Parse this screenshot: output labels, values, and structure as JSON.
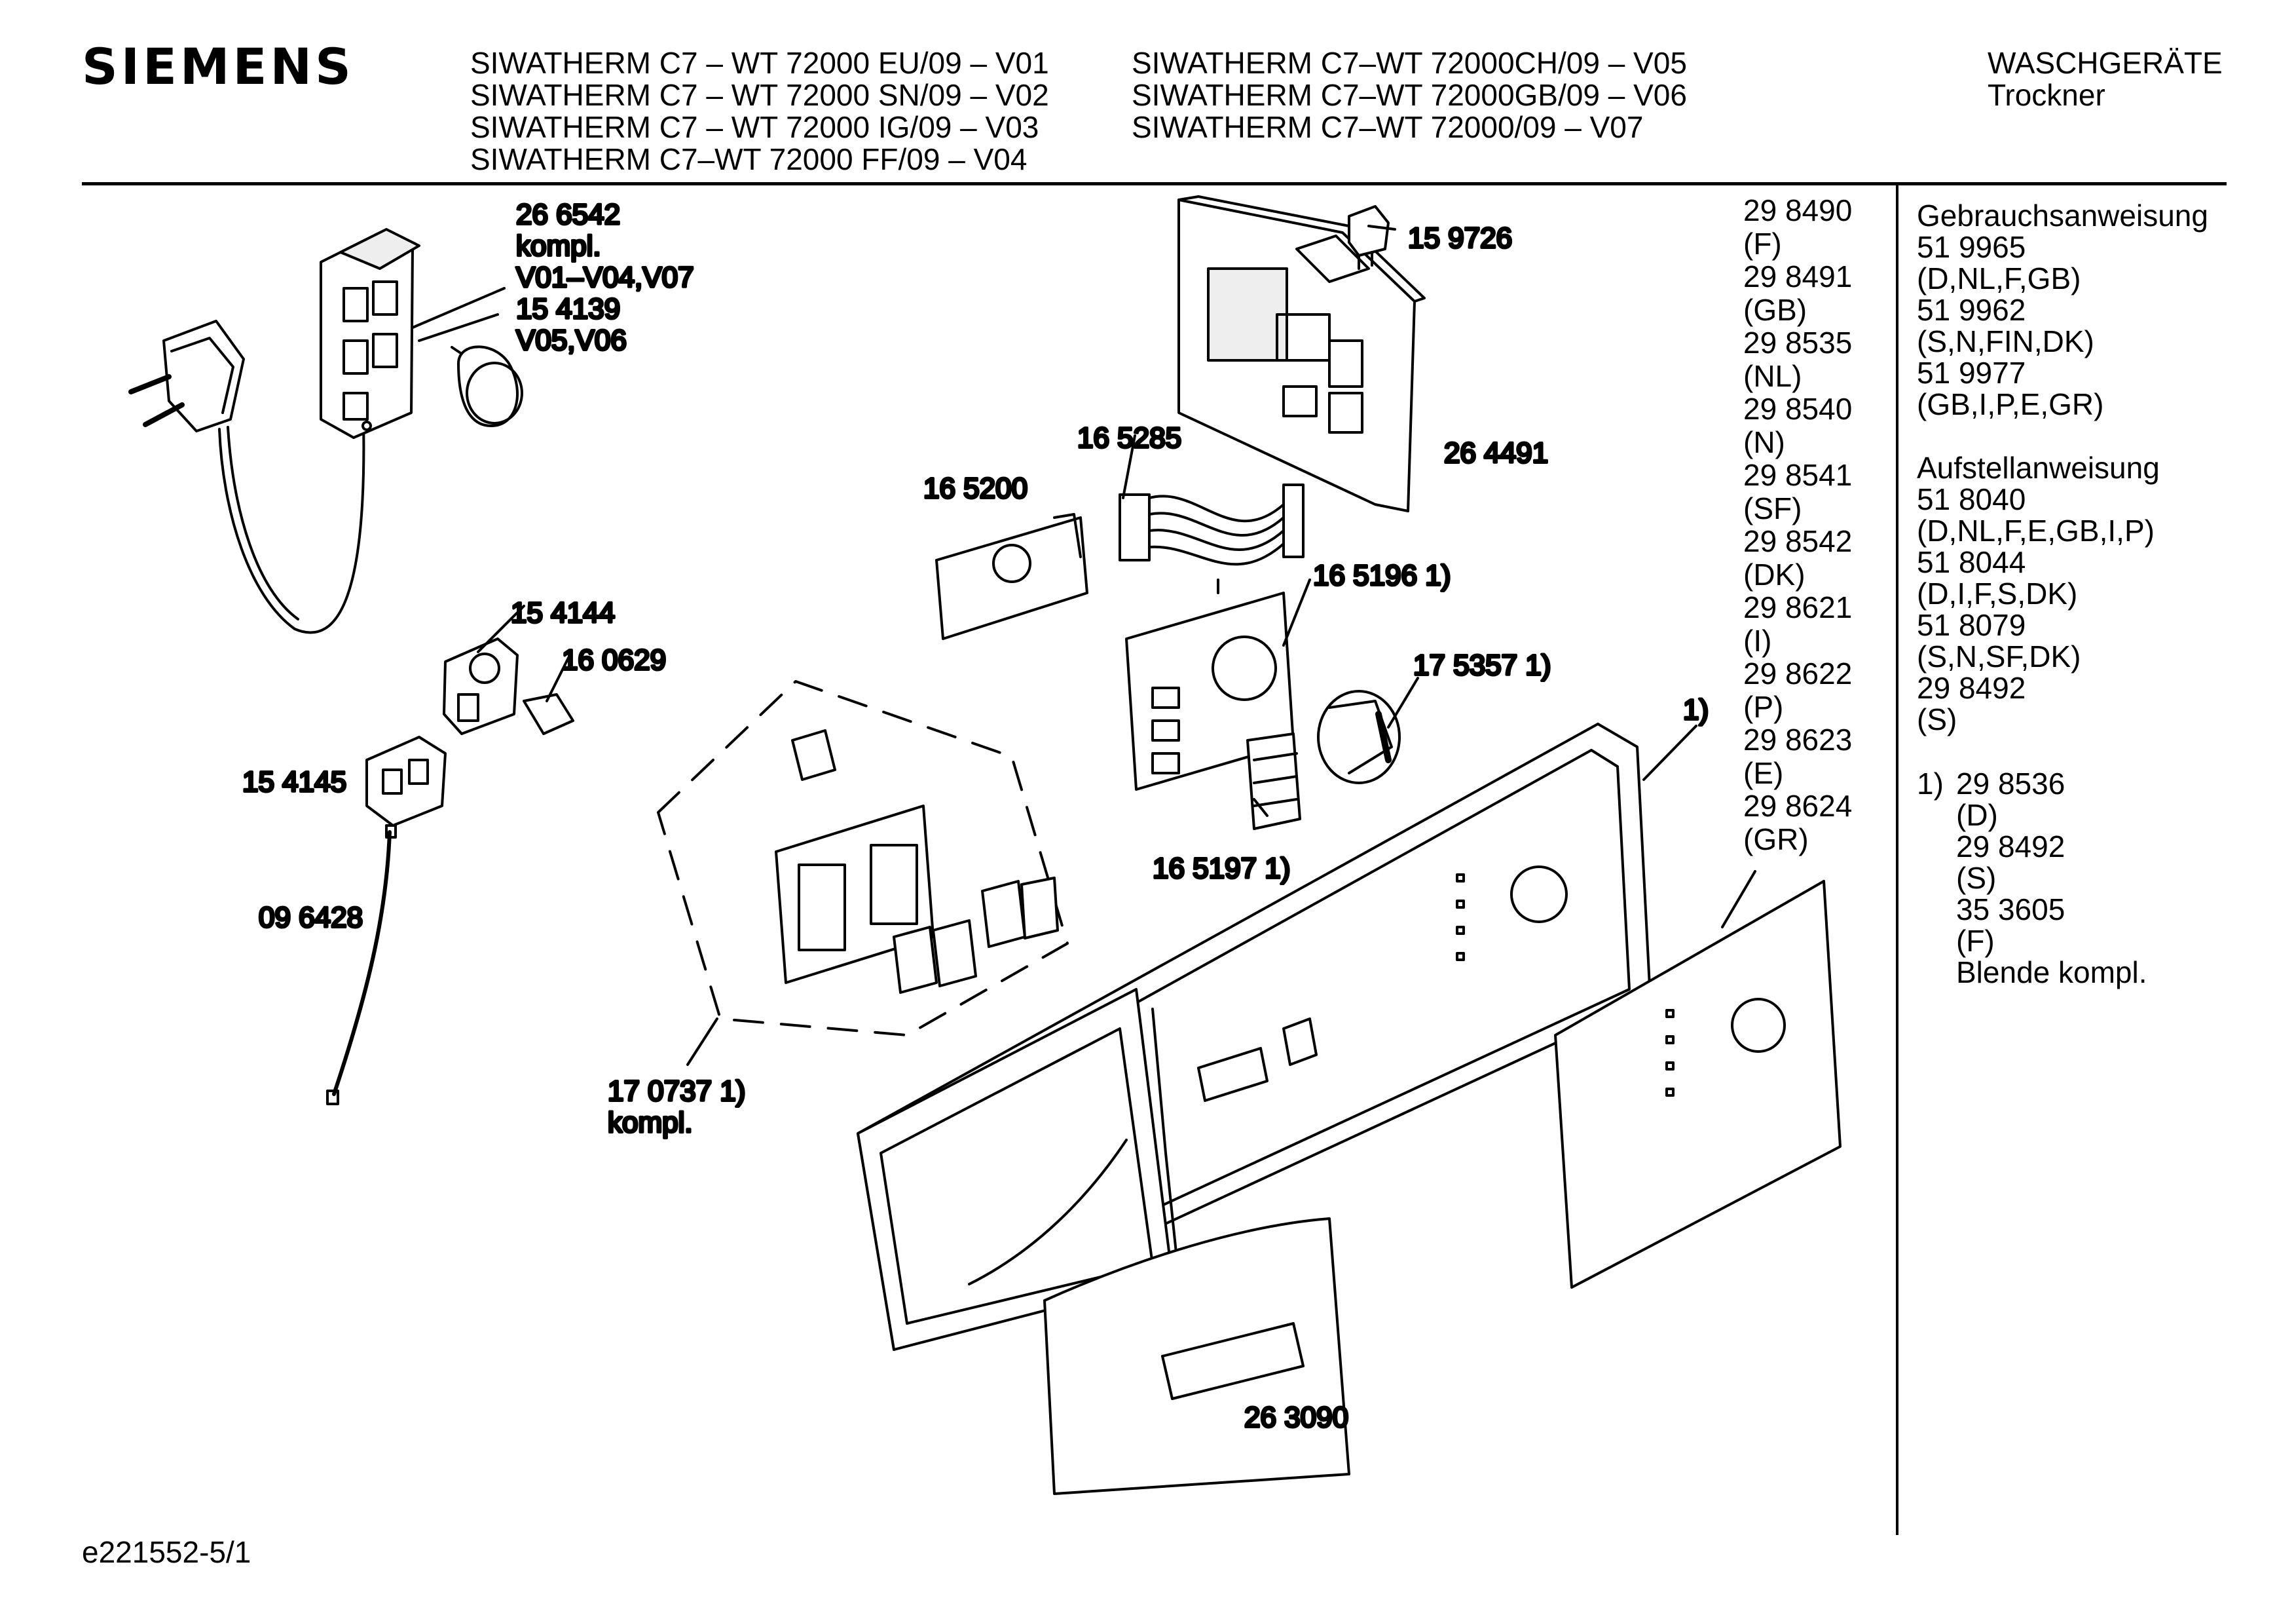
{
  "header": {
    "brand": "SIEMENS",
    "models_col1": [
      "SIWATHERM C7 – WT 72000 EU/09 – V01",
      "SIWATHERM C7 – WT 72000 SN/09 – V02",
      "SIWATHERM C7 – WT 72000 IG/09 – V03",
      "SIWATHERM C7–WT 72000 FF/09 – V04"
    ],
    "models_col2": [
      "SIWATHERM C7–WT 72000CH/09 – V05",
      "SIWATHERM C7–WT 72000GB/09 – V06",
      "SIWATHERM C7–WT 72000/09 – V07"
    ],
    "category": "WASCHGERÄTE",
    "subcategory": "Trockner"
  },
  "parts": {
    "p266542": "26 6542",
    "p266542_note1": "kompl.",
    "p266542_note2": "V01–V04,V07",
    "p154139": "15 4139",
    "p154139_note": "V05,V06",
    "p159726": "15 9726",
    "p165285": "16 5285",
    "p165200": "16 5200",
    "p264491": "26 4491",
    "p1651961": "16 5196 1)",
    "p1753571": "17 5357 1)",
    "p154144": "15 4144",
    "p160629": "16 0629",
    "p154145": "15 4145",
    "p096428": "09 6428",
    "p1651971": "16 5197 1)",
    "p1707371": "17 0737 1)",
    "p1707371_note": "kompl.",
    "p263090": "26 3090",
    "marker1": "1)"
  },
  "variant_list": [
    "29 8490",
    "(F)",
    "29 8491",
    "(GB)",
    "29 8535",
    "(NL)",
    "29 8540",
    "(N)",
    "29 8541",
    "(SF)",
    "29 8542",
    "(DK)",
    "29 8621",
    "(I)",
    "29 8622",
    "(P)",
    "29 8623",
    "(E)",
    "29 8624",
    "(GR)"
  ],
  "docs": {
    "usage_title": "Gebrauchsanweisung",
    "usage": [
      "51 9965",
      "(D,NL,F,GB)",
      "51 9962",
      "(S,N,FIN,DK)",
      "51 9977",
      "(GB,I,P,E,GR)"
    ],
    "install_title": "Aufstellanweisung",
    "install": [
      "51 8040",
      "(D,NL,F,E,GB,I,P)",
      "51 8044",
      "(D,I,F,S,DK)",
      "51 8079",
      "(S,N,SF,DK)",
      "29 8492",
      "(S)"
    ],
    "footnote_marker": "1)",
    "footnote_first": "29 8536",
    "footnote_rest": [
      "(D)",
      "29 8492",
      "(S)",
      "35 3605",
      "(F)",
      "Blende kompl."
    ]
  },
  "footer": {
    "code": "e221552-5/1"
  }
}
